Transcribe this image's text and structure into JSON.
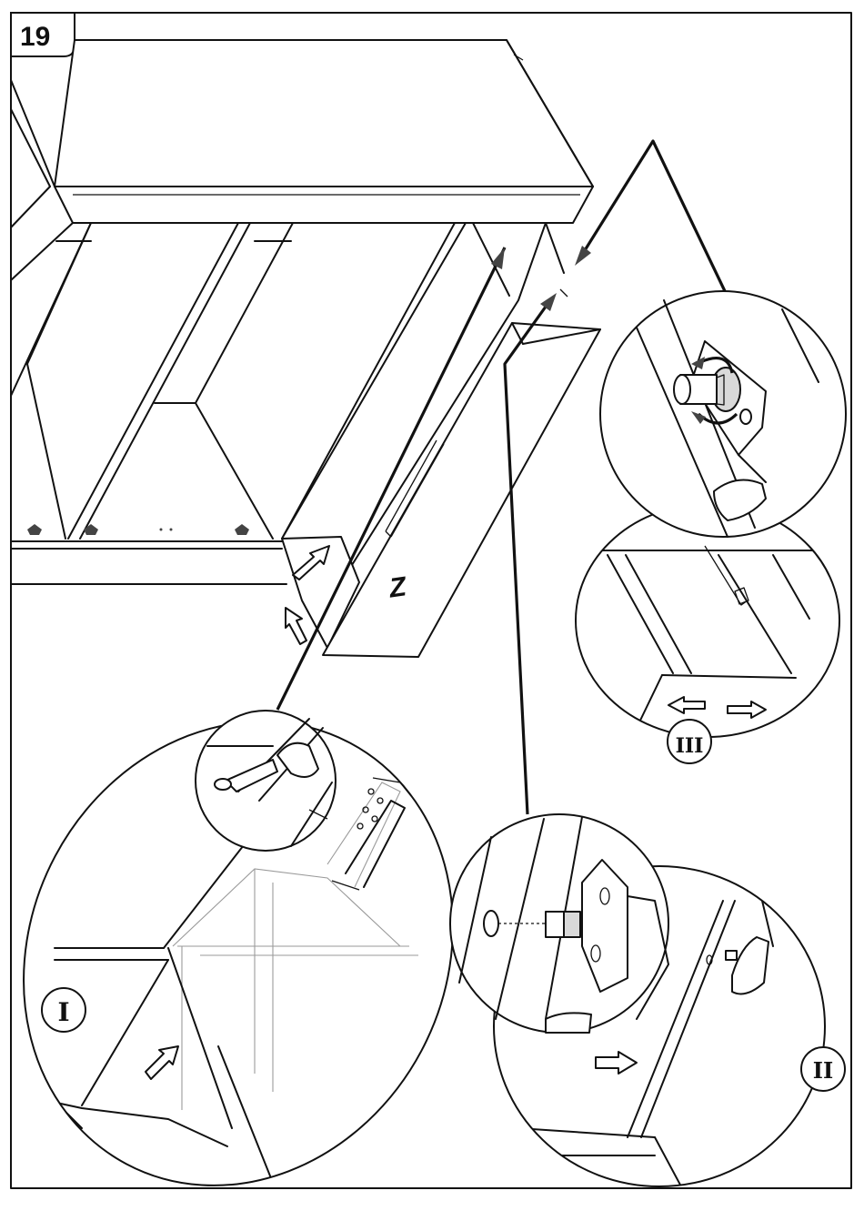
{
  "step": {
    "number": "19"
  },
  "panel_letter": "Z",
  "callouts": [
    {
      "id": "detail-left",
      "label": "I"
    },
    {
      "id": "detail-right-top",
      "label": "III"
    },
    {
      "id": "detail-right-bottom",
      "label": "II"
    }
  ],
  "icons": {
    "arrow": "outline-arrow-icon",
    "rotate": "rotate-arrow-icon",
    "cam": "cam-lock-icon"
  }
}
